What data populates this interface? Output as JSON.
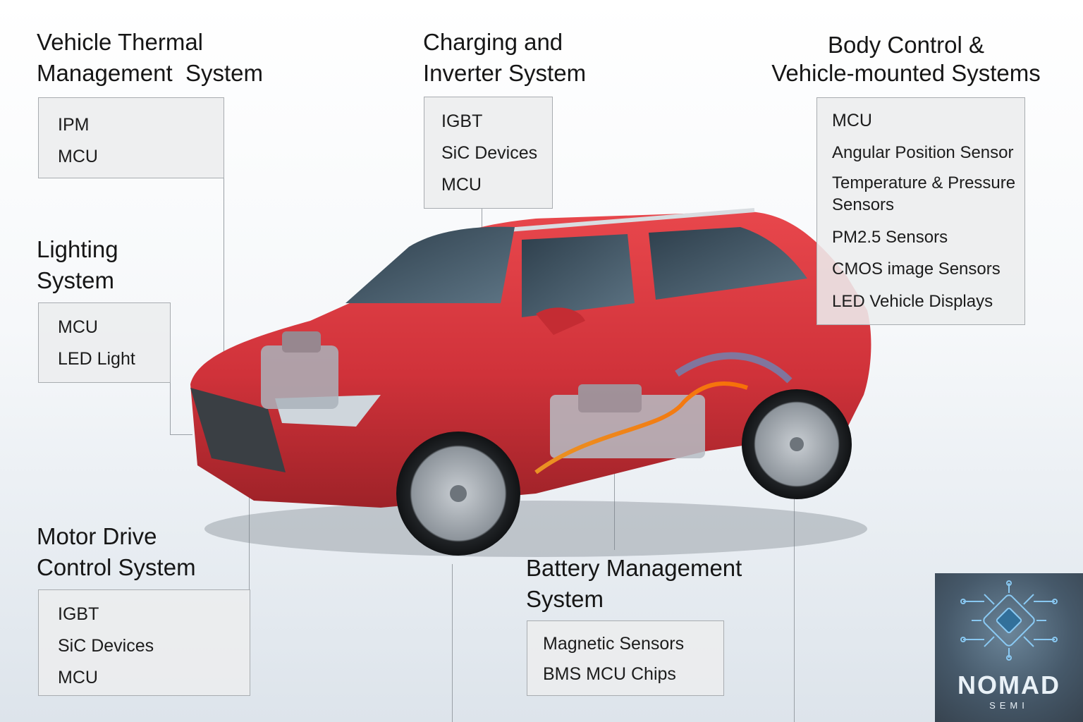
{
  "systems": {
    "thermal": {
      "title": "Vehicle Thermal\nManagement  System",
      "items": [
        "IPM",
        "MCU"
      ]
    },
    "charging": {
      "title": "Charging and\nInverter System",
      "items": [
        "IGBT",
        "SiC Devices",
        "MCU"
      ]
    },
    "body": {
      "title": "Body Control &\nVehicle-mounted Systems",
      "items": [
        "MCU",
        "Angular Position Sensor",
        "Temperature & Pressure\nSensors",
        "PM2.5 Sensors",
        "CMOS image Sensors",
        "LED Vehicle Displays"
      ]
    },
    "lighting": {
      "title": "Lighting\nSystem",
      "items": [
        "MCU",
        "LED Light"
      ]
    },
    "motor": {
      "title": "Motor Drive\nControl System",
      "items": [
        "IGBT",
        "SiC Devices",
        "MCU"
      ]
    },
    "battery": {
      "title": "Battery Management\nSystem",
      "items": [
        "Magnetic Sensors",
        "BMS MCU Chips"
      ]
    }
  },
  "logo": {
    "name": "NOMAD",
    "sub": "SEMI"
  },
  "colors": {
    "car_body": "#d8333a",
    "connector": "#9aa0a6",
    "box_bg": "#ecedee"
  }
}
